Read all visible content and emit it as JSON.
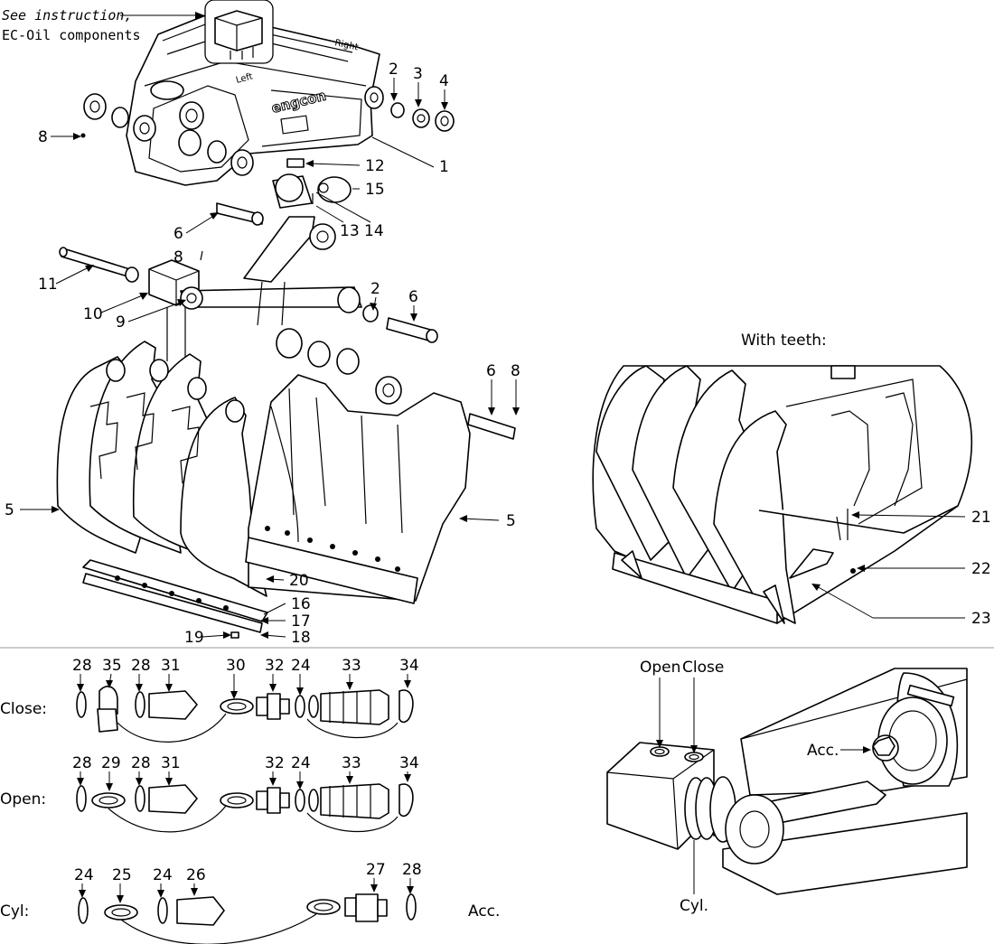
{
  "notes": {
    "instruction_line1": "See instruction,",
    "instruction_line2": "EC-Oil components",
    "left_tag": "Left",
    "right_tag": "Right",
    "brand": "engcon",
    "with_teeth": "With teeth:"
  },
  "callouts_main": [
    "1",
    "2",
    "3",
    "4",
    "2",
    "5",
    "5",
    "6",
    "6",
    "6",
    "8",
    "8",
    "8",
    "9",
    "10",
    "11",
    "12",
    "13",
    "14",
    "15",
    "16",
    "17",
    "18",
    "19",
    "20"
  ],
  "callouts_teeth": [
    "21",
    "22",
    "23"
  ],
  "hose_rows": {
    "close": {
      "label": "Close:",
      "parts": [
        "28",
        "35",
        "28",
        "31",
        "30",
        "32",
        "24",
        "33",
        "34"
      ]
    },
    "open": {
      "label": "Open:",
      "parts": [
        "28",
        "29",
        "28",
        "31",
        "32",
        "24",
        "33",
        "34"
      ]
    },
    "cyl": {
      "label": "Cyl:",
      "parts": [
        "24",
        "25",
        "24",
        "26",
        "27",
        "28"
      ]
    }
  },
  "acc_note": "Acc.",
  "detail": {
    "open_label": "Open",
    "close_label": "Close",
    "acc_label": "Acc.",
    "cyl_label": "Cyl."
  }
}
